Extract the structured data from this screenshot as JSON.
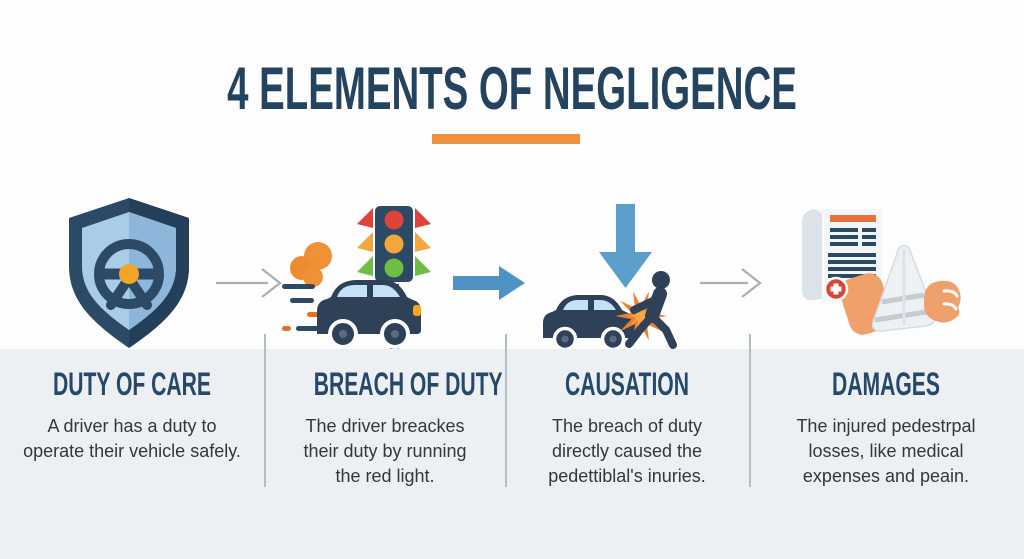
{
  "title": "4 ELEMENTS OF NEGLIGENCE",
  "columns": [
    {
      "heading": "DUTY OF CARE",
      "body": "A driver has a duty to operate their vehicle safely.",
      "icon": "shield-steering-wheel-icon"
    },
    {
      "heading": "BREACH OF DUTY",
      "body": "The driver breackes their duty by running the red light.",
      "icon": "speeding-car-red-light-icon"
    },
    {
      "heading": "CAUSATION",
      "body": "The breach of duty directly caused the pedettiblal's inuries.",
      "icon": "car-hits-pedestrian-icon"
    },
    {
      "heading": "DAMAGES",
      "body": "The injured pedestrpal losses, like medical expenses and peain.",
      "icon": "medical-bill-injured-arm-icon"
    }
  ],
  "connectors": [
    {
      "style": "outline-gray-arrow"
    },
    {
      "style": "solid-blue-arrow"
    },
    {
      "style": "outline-gray-arrow"
    }
  ],
  "colors": {
    "navy": "#24435f",
    "icon-navy": "#2c4a66",
    "accent-orange": "#f1913c",
    "arrow-blue": "#4e93c4",
    "panel-gray": "#edf0f3",
    "divider-gray": "#b3bdc4",
    "body-text": "#32373c",
    "light-red": "#df4339",
    "light-amber": "#f2a63b",
    "light-green": "#6fbe44"
  }
}
